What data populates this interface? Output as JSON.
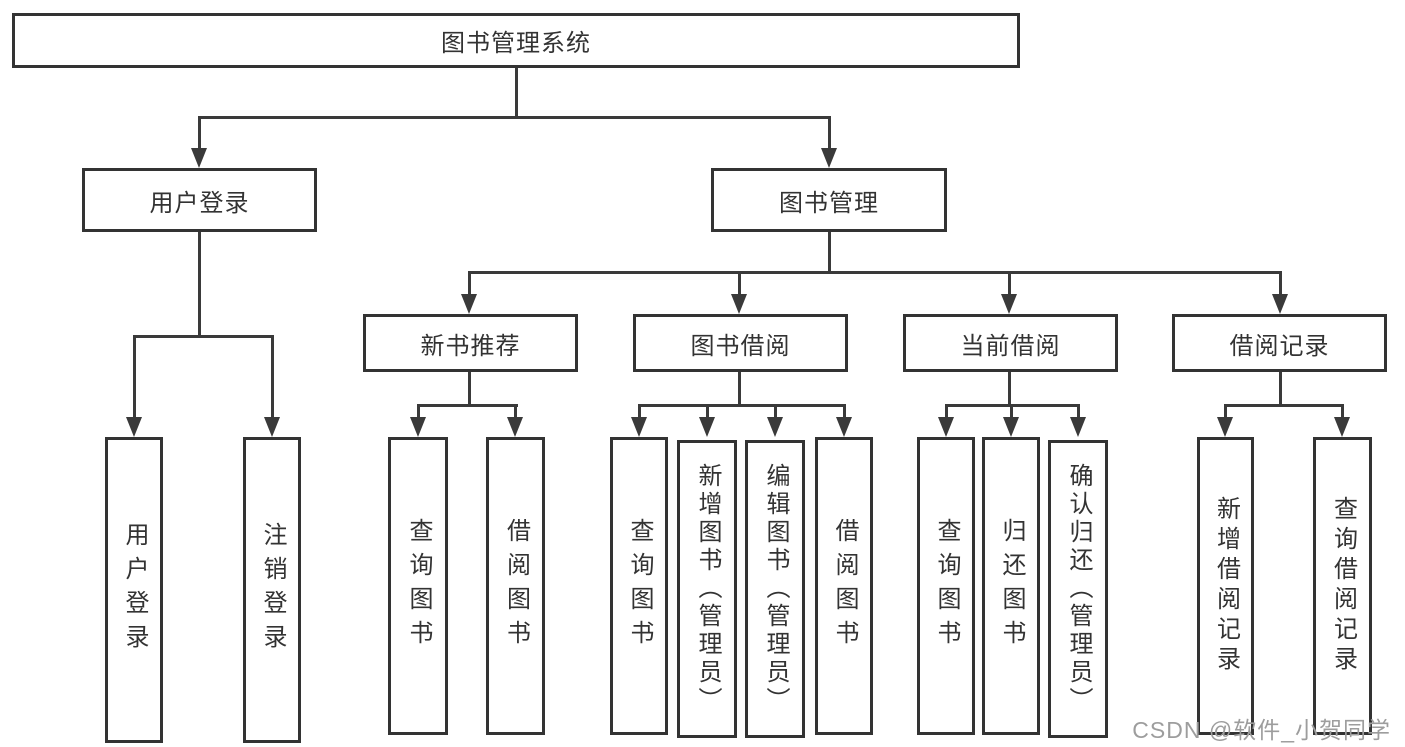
{
  "diagram": {
    "root": "图书管理系统",
    "branches": {
      "user_login": {
        "label": "用户登录",
        "children": [
          "用户登录",
          "注销登录"
        ]
      },
      "book_mgmt": {
        "label": "图书管理",
        "sections": {
          "new_book": {
            "label": "新书推荐",
            "children": [
              "查询图书",
              "借阅图书"
            ]
          },
          "book_borrow": {
            "label": "图书借阅",
            "children": [
              "查询图书",
              "新增图书（管理员）",
              "编辑图书（管理员）",
              "借阅图书"
            ]
          },
          "current_borrow": {
            "label": "当前借阅",
            "children": [
              "查询图书",
              "归还图书",
              "确认归还（管理员）"
            ]
          },
          "borrow_record": {
            "label": "借阅记录",
            "children": [
              "新增借阅记录",
              "查询借阅记录"
            ]
          }
        }
      }
    }
  },
  "watermark": "CSDN @软件_小贺同学",
  "colors": {
    "line": "#3a3a3a",
    "border": "#333333",
    "text": "#333333",
    "watermark": "#9d9d9d",
    "background": "#ffffff"
  }
}
